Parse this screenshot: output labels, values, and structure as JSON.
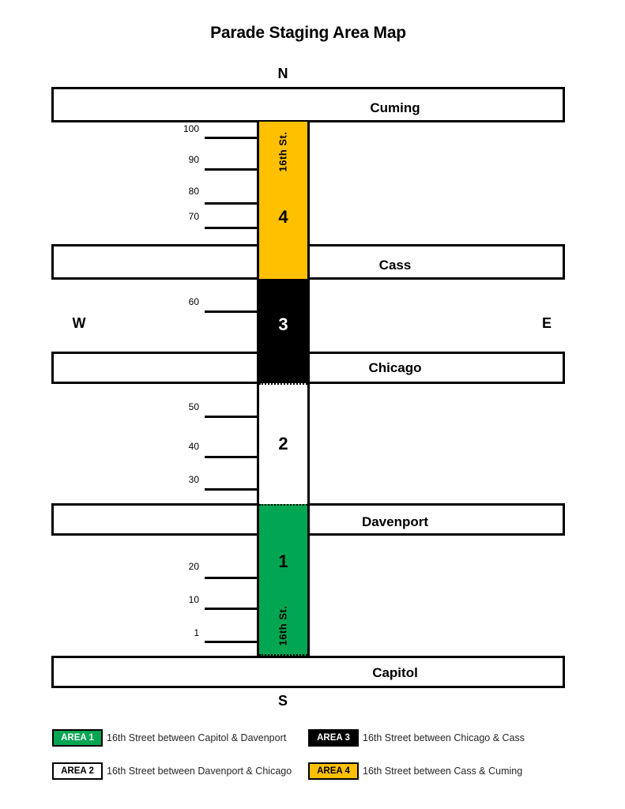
{
  "title": "Parade Staging Area Map",
  "compass": {
    "north": "N",
    "south": "S",
    "west": "W",
    "east": "E"
  },
  "colors": {
    "area1_green": "#00A651",
    "area2_white": "#FFFFFF",
    "area3_black": "#000000",
    "area4_yellow": "#FFC000",
    "street_fill": "#FFFFFF",
    "outline": "#000000"
  },
  "streets": {
    "vertical_name": "16th St.",
    "horizontal": [
      {
        "name": "Cuming"
      },
      {
        "name": "Cass"
      },
      {
        "name": "Chicago"
      },
      {
        "name": "Davenport"
      },
      {
        "name": "Capitol"
      }
    ]
  },
  "areas": [
    {
      "number": "1",
      "label": "AREA 1",
      "description": "16th Street between Capitol & Davenport",
      "color": "#00A651"
    },
    {
      "number": "2",
      "label": "AREA 2",
      "description": "16th Street between Davenport & Chicago",
      "color": "#FFFFFF"
    },
    {
      "number": "3",
      "label": "AREA 3",
      "description": "16th Street between Chicago & Cass",
      "color": "#000000"
    },
    {
      "number": "4",
      "label": "AREA 4",
      "description": "16th Street between Cass & Cuming",
      "color": "#FFC000"
    }
  ],
  "ticks": [
    {
      "label": "100"
    },
    {
      "label": "90"
    },
    {
      "label": "80"
    },
    {
      "label": "70"
    },
    {
      "label": "60"
    },
    {
      "label": "50"
    },
    {
      "label": "40"
    },
    {
      "label": "30"
    },
    {
      "label": "20"
    },
    {
      "label": "10"
    },
    {
      "label": "1"
    }
  ]
}
